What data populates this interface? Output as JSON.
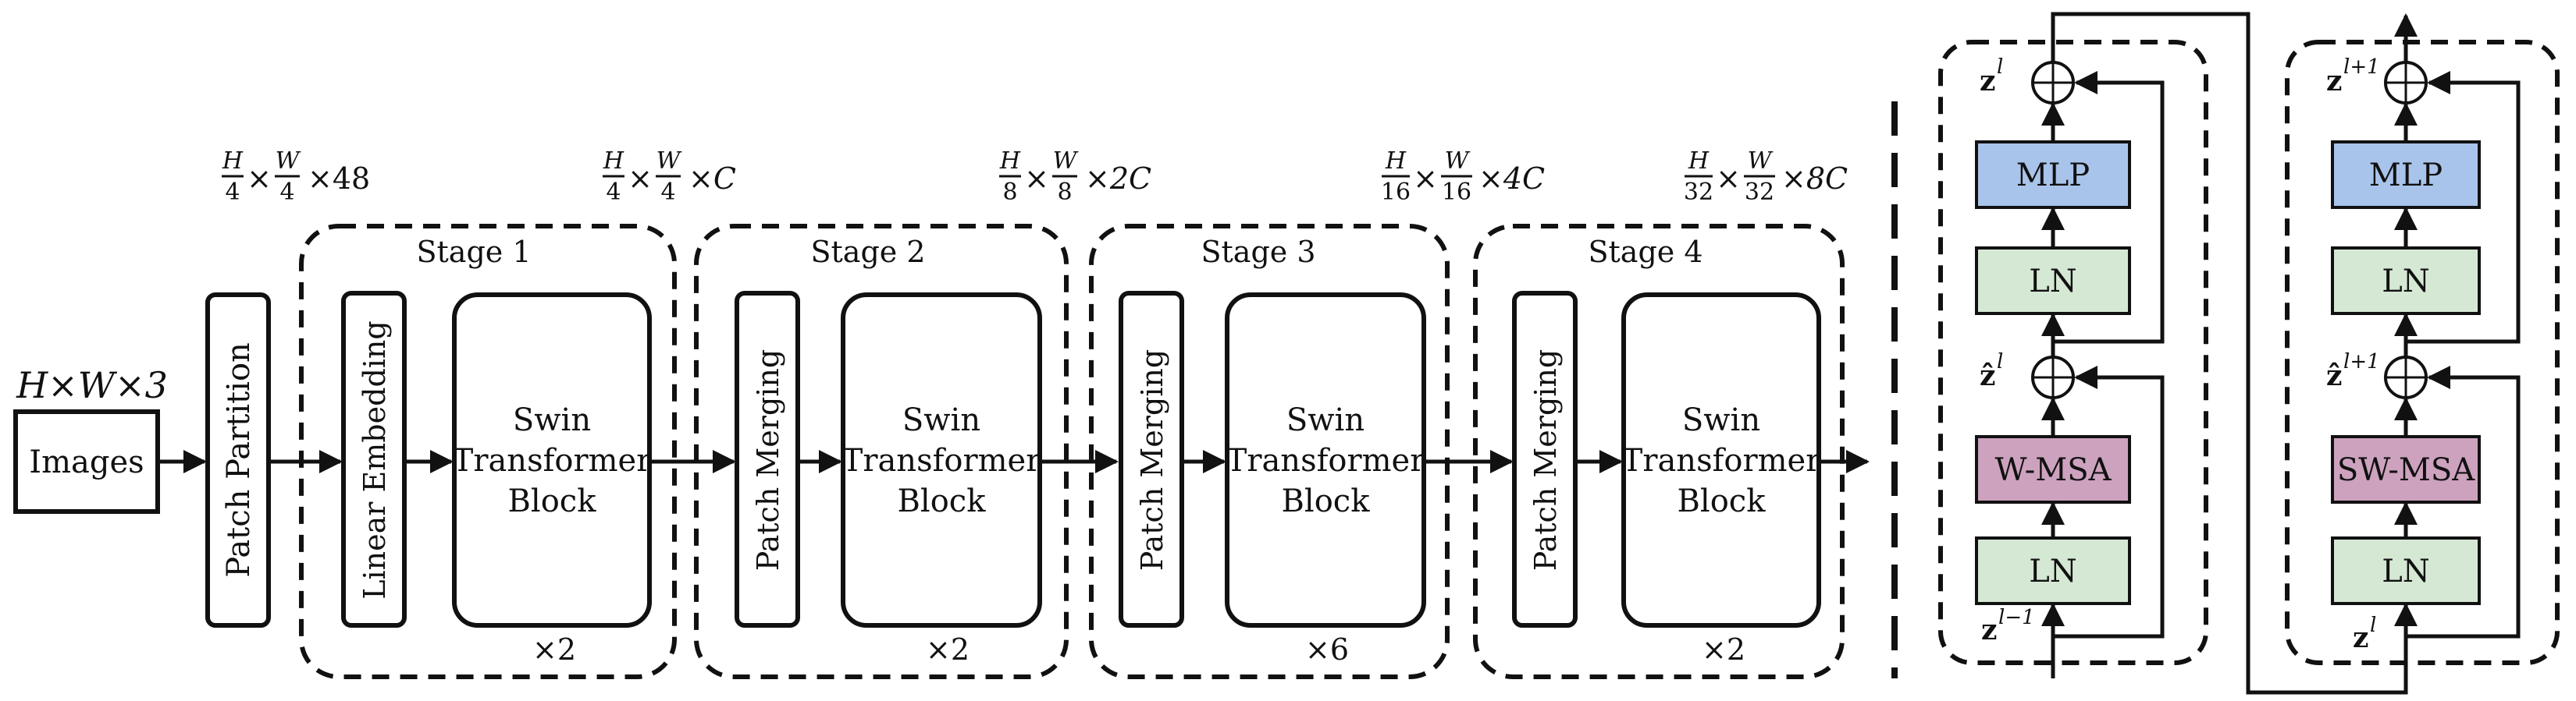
{
  "input": {
    "dim": "H×W×3",
    "label": "Images"
  },
  "patch_partition": {
    "label": "Patch Partition"
  },
  "dims": {
    "d0": {
      "hnum": "H",
      "hden": "4",
      "wnum": "W",
      "wden": "4",
      "tail": "×48"
    },
    "d1": {
      "hnum": "H",
      "hden": "4",
      "wnum": "W",
      "wden": "4",
      "tail": "×C"
    },
    "d2": {
      "hnum": "H",
      "hden": "8",
      "wnum": "W",
      "wden": "8",
      "tail": "×2C"
    },
    "d3": {
      "hnum": "H",
      "hden": "16",
      "wnum": "W",
      "wden": "16",
      "tail": "×4C"
    },
    "d4": {
      "hnum": "H",
      "hden": "32",
      "wnum": "W",
      "wden": "32",
      "tail": "×8C"
    }
  },
  "stages": [
    {
      "title": "Stage 1",
      "first_block": "Linear Embedding",
      "swin": [
        "Swin",
        "Transformer",
        "Block"
      ],
      "repeat": "×2"
    },
    {
      "title": "Stage 2",
      "first_block": "Patch Merging",
      "swin": [
        "Swin",
        "Transformer",
        "Block"
      ],
      "repeat": "×2"
    },
    {
      "title": "Stage 3",
      "first_block": "Patch Merging",
      "swin": [
        "Swin",
        "Transformer",
        "Block"
      ],
      "repeat": "×6"
    },
    {
      "title": "Stage 4",
      "first_block": "Patch Merging",
      "swin": [
        "Swin",
        "Transformer",
        "Block"
      ],
      "repeat": "×2"
    }
  ],
  "blocks": {
    "left": {
      "mlp": "MLP",
      "ln_top": "LN",
      "attn": "W-MSA",
      "ln_bottom": "LN",
      "z_out": "z",
      "z_out_sup": "l",
      "z_mid": "ẑ",
      "z_mid_sup": "l",
      "z_in": "z",
      "z_in_sup": "l−1"
    },
    "right": {
      "mlp": "MLP",
      "ln_top": "LN",
      "attn": "SW-MSA",
      "ln_bottom": "LN",
      "z_out": "z",
      "z_out_sup": "l+1",
      "z_mid": "ẑ",
      "z_mid_sup": "l+1",
      "z_in": "z",
      "z_in_sup": "l"
    }
  },
  "colors": {
    "mlp": "#a9c4eb",
    "ln": "#d5e8d4",
    "attn": "#cda2be",
    "stroke": "#111111"
  },
  "icons": {
    "add": "circle-plus-icon",
    "arrow": "arrow-head-icon"
  }
}
